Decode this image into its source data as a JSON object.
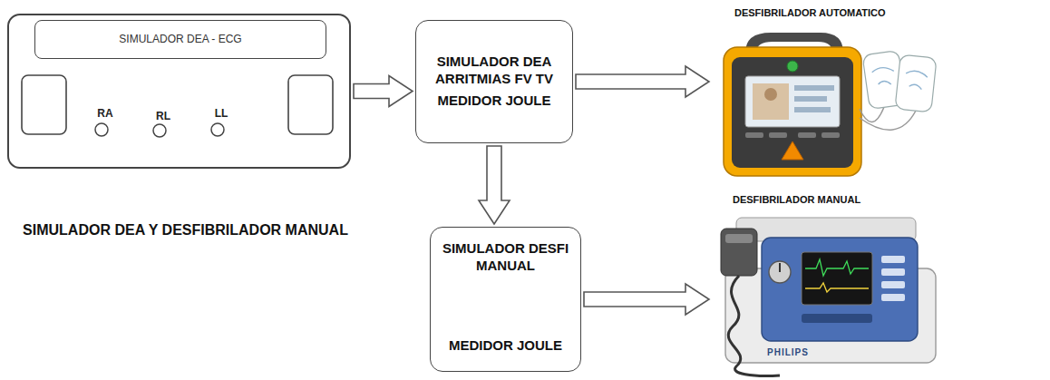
{
  "diagram": {
    "title": "SIMULADOR DEA Y DESFIBRILADOR MANUAL",
    "nodes": [
      {
        "text": [
          "RA",
          "RL",
          "LL"
        ]
      },
      {
        "text": [
          "SIMULADOR DEA - ECG"
        ],
        "in": 0
      },
      {
        "text": [
          "SIMULADOR DEA ARRITMIAS FV TV",
          "MEDIDOR JOULE"
        ]
      },
      {
        "text": [
          "SIMULADOR DESFI MANUAL",
          "MEDIDOR JOULE"
        ]
      },
      {
        "text": [
          "DESFIBRILADOR AUTOMATICO"
        ]
      },
      {
        "text": [
          "DESFIBRILADOR MANUAL"
        ]
      }
    ],
    "edges": [
      {
        "from": 0,
        "to": 2,
        "arrow": "to"
      },
      {
        "from": 2,
        "to": 4,
        "arrow": "to"
      },
      {
        "from": 2,
        "to": 3,
        "arrow": "to"
      },
      {
        "from": 3,
        "to": 5,
        "arrow": "to"
      }
    ],
    "labels": [
      "PHILIPS"
    ]
  }
}
